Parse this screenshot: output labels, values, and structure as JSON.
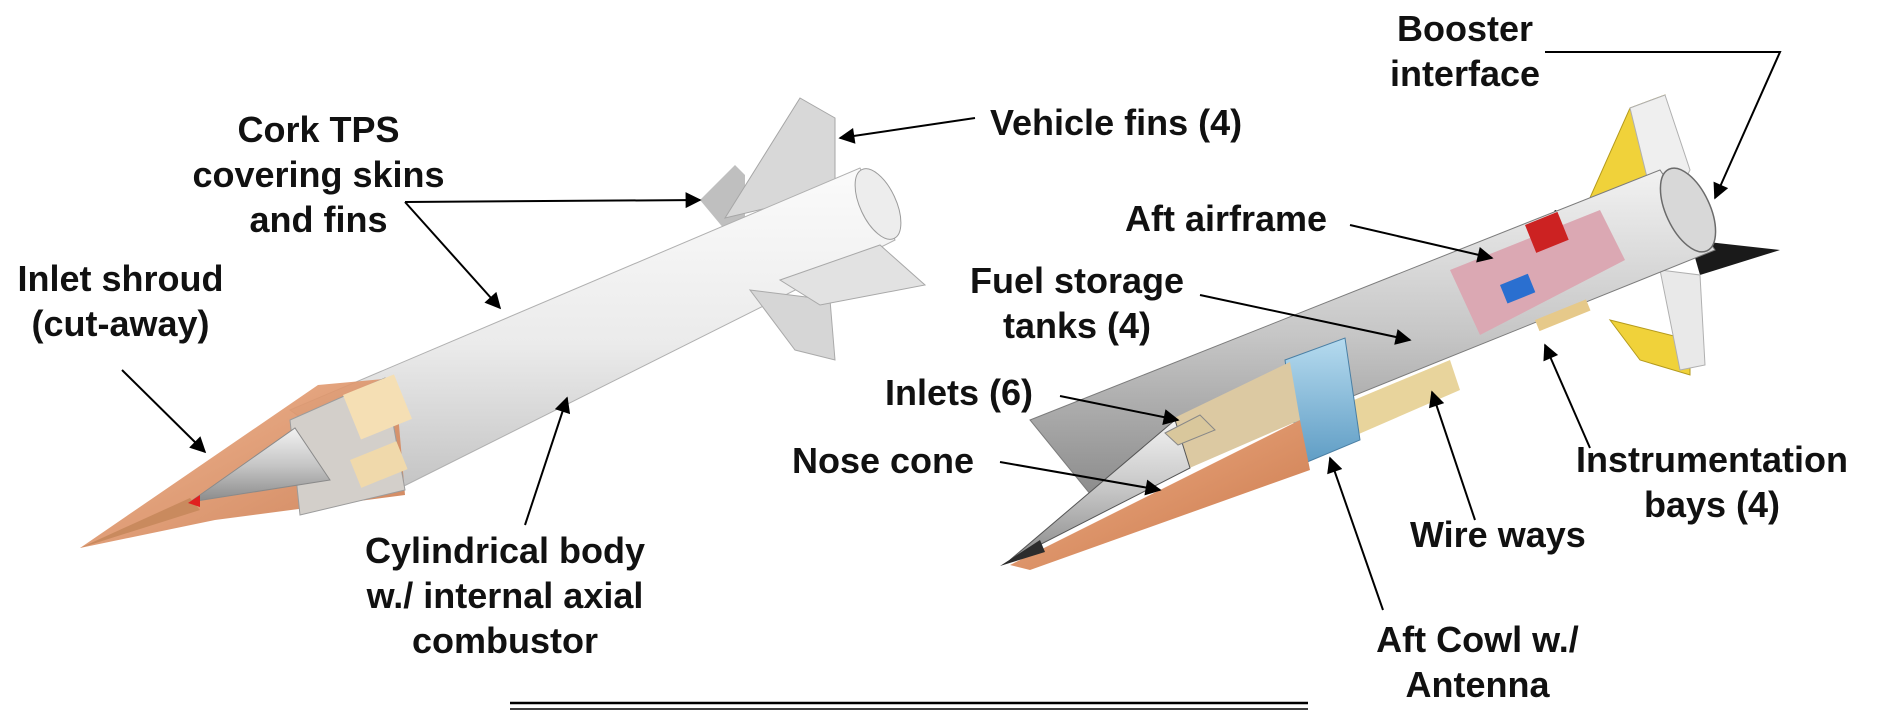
{
  "left_vehicle": {
    "labels": {
      "cork_tps": [
        "Cork TPS",
        "covering skins",
        "and fins"
      ],
      "inlet_shroud": [
        "Inlet shroud",
        "(cut-away)"
      ],
      "vehicle_fins": [
        "Vehicle fins (4)"
      ],
      "cylindrical_body": [
        "Cylindrical body",
        "w./ internal axial",
        "combustor"
      ]
    }
  },
  "right_vehicle": {
    "labels": {
      "booster_interface": [
        "Booster",
        "interface"
      ],
      "aft_airframe": [
        "Aft airframe"
      ],
      "fuel_storage": [
        "Fuel storage",
        "tanks (4)"
      ],
      "inlets": [
        "Inlets (6)"
      ],
      "nose_cone": [
        "Nose cone"
      ],
      "instrumentation_bays": [
        "Instrumentation",
        "bays (4)"
      ],
      "wire_ways": [
        "Wire ways"
      ],
      "aft_cowl": [
        "Aft Cowl w./",
        "Antenna"
      ]
    }
  },
  "colors": {
    "text": "#111111",
    "leader": "#000000",
    "body_light": "#f1f1f1",
    "body_shade": "#c9c9c9",
    "fin_gray": "#dcdcdc",
    "shroud_orange": "#d9a070",
    "fin_yellow": "#f0d23a",
    "fin_black": "#1a1a1a",
    "antenna_blue": "#8ec2e0",
    "cowl_orange": "#e39760",
    "tan": "#e8d49c",
    "nose_red": "#e02020",
    "metal": "#b9b9b9"
  }
}
